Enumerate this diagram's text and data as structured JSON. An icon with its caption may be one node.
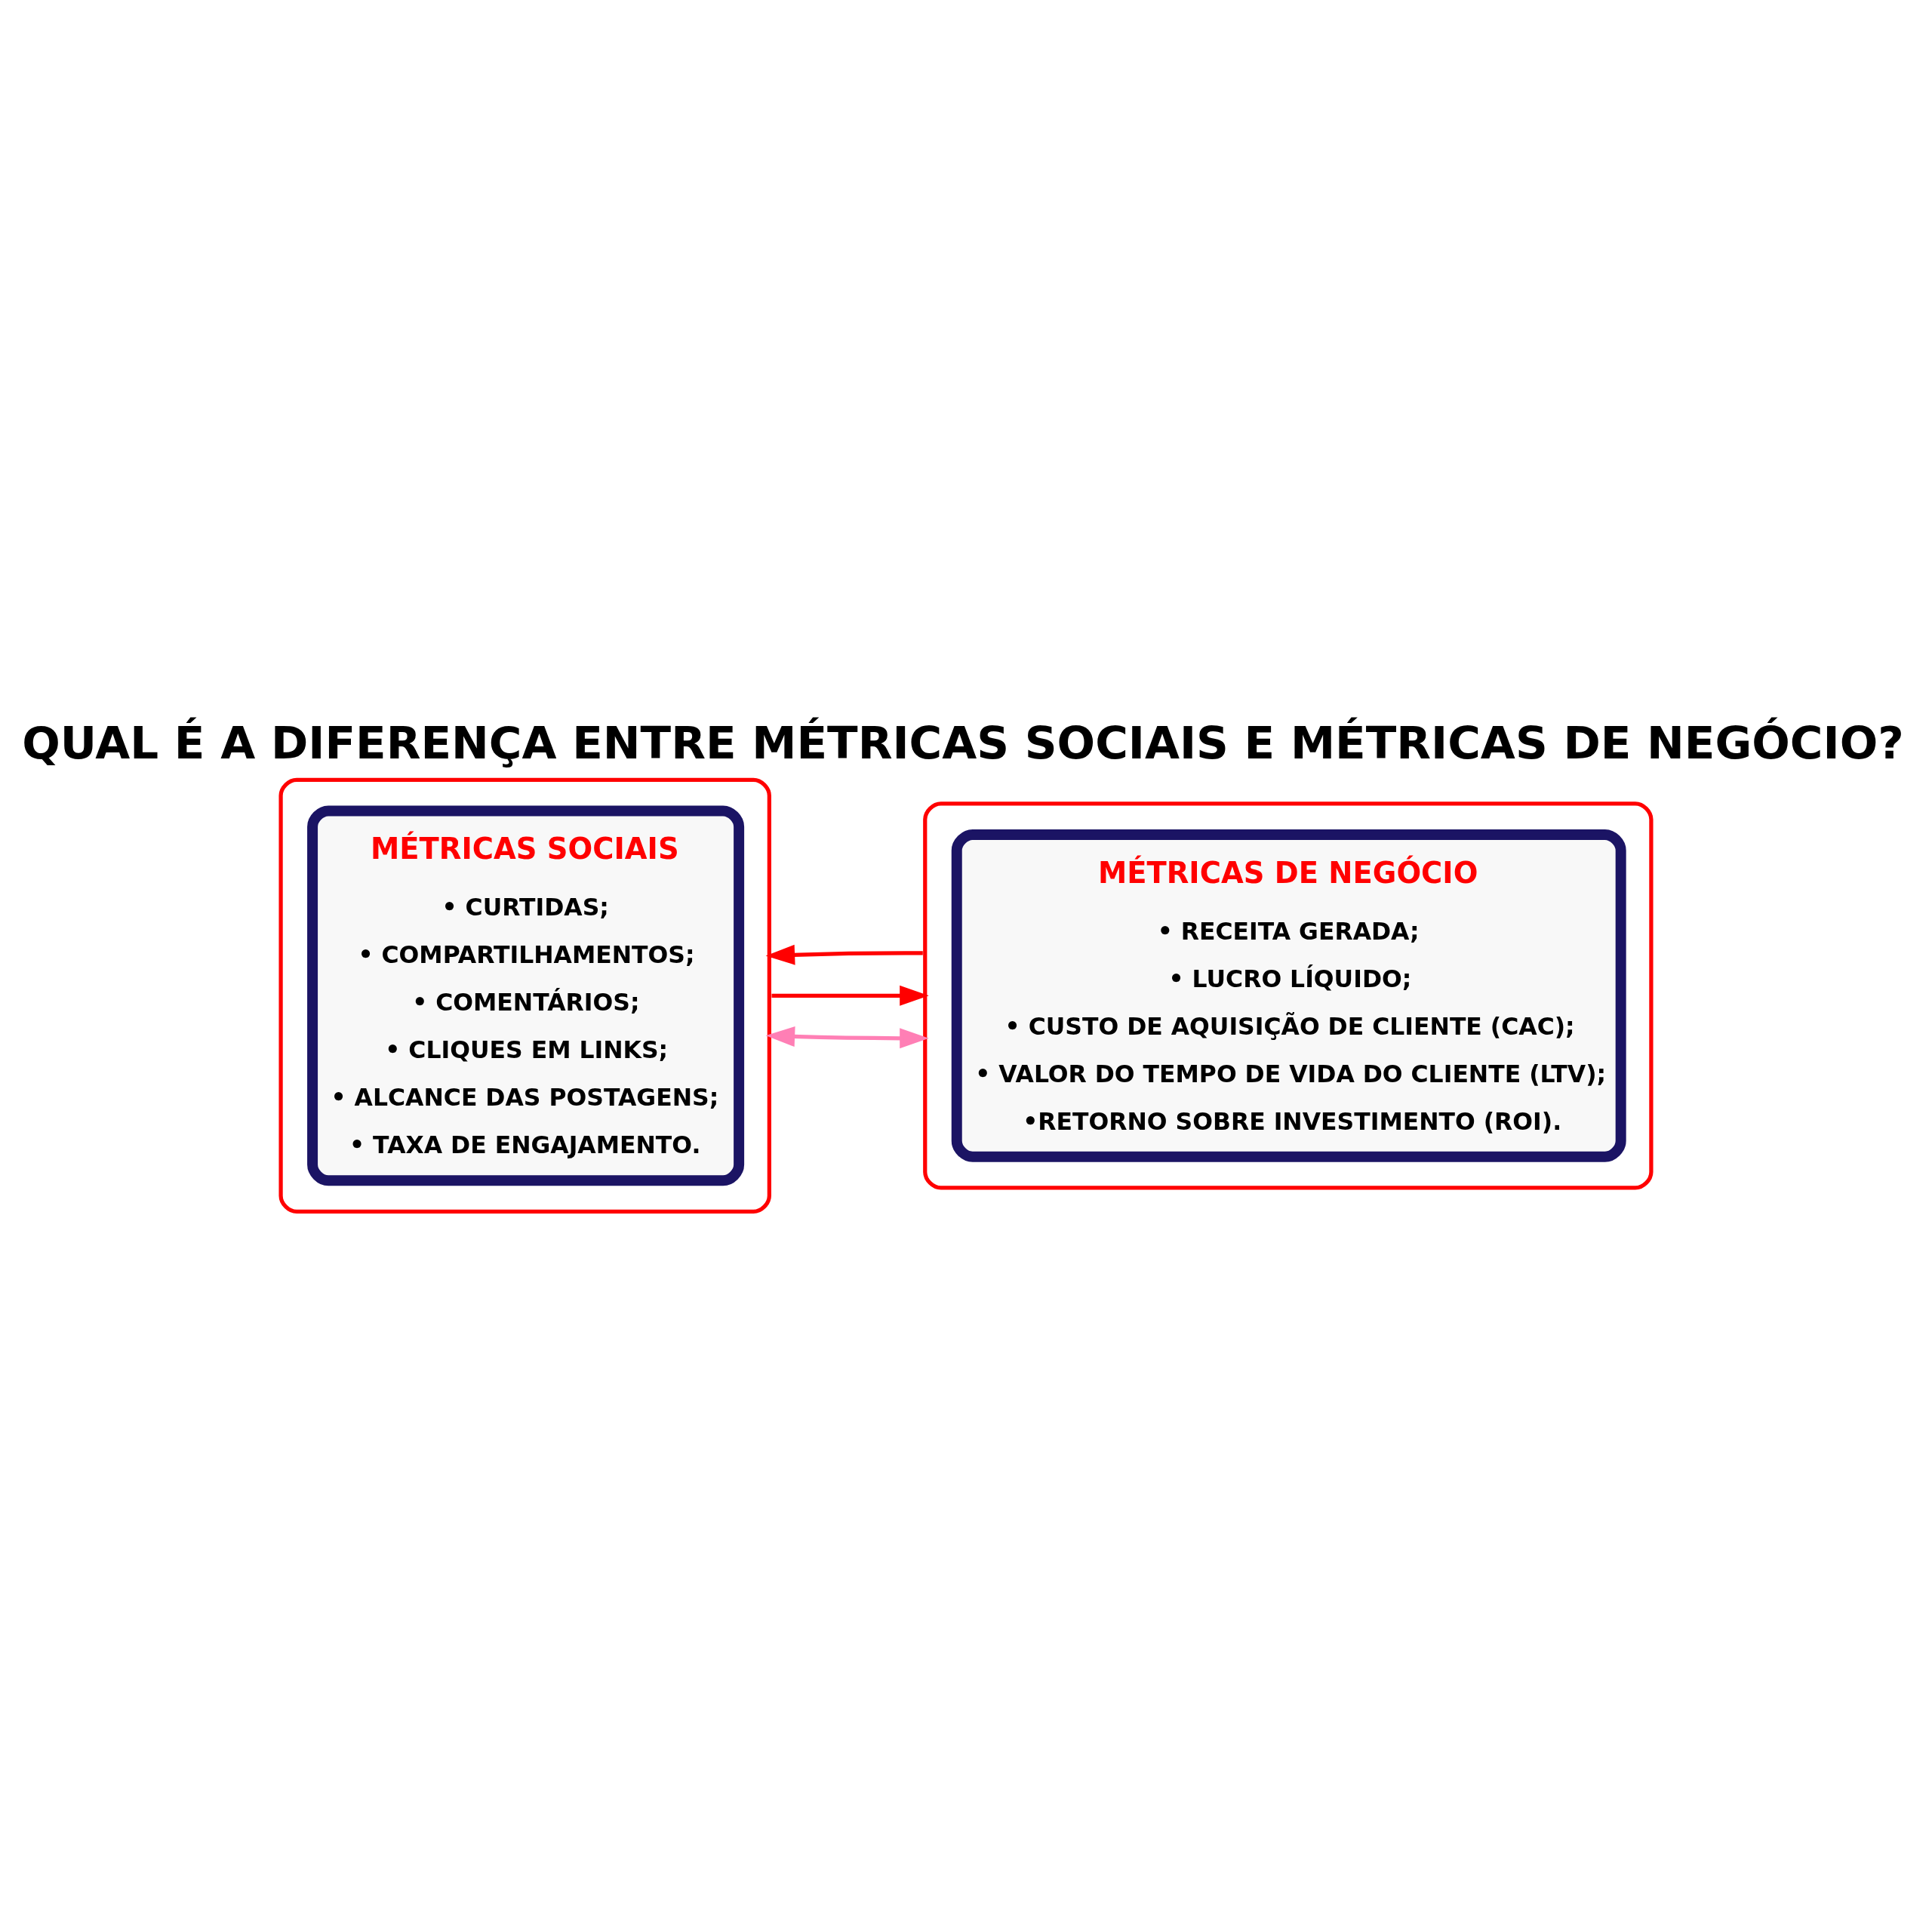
{
  "diagram": {
    "title": "QUAL É A DIFERENÇA ENTRE MÉTRICAS SOCIAIS E MÉTRICAS DE NEGÓCIO?",
    "nodes": [
      {
        "text": [
          "MÉTRICAS SOCIAIS",
          "• CURTIDAS;",
          "• COMPARTILHAMENTOS;",
          "• COMENTÁRIOS;",
          "• CLIQUES EM LINKS;",
          "• ALCANCE DAS POSTAGENS;",
          "• TAXA DE ENGAJAMENTO."
        ]
      },
      {
        "text": [
          "MÉTRICAS DE NEGÓCIO",
          "• RECEITA GERADA;",
          "• LUCRO LÍQUIDO;",
          "• CUSTO DE AQUISIÇÃO DE CLIENTE (CAC);",
          "• VALOR DO TEMPO DE VIDA DO CLIENTE (LTV);",
          "•RETORNO SOBRE INVESTIMENTO (ROI)."
        ]
      }
    ],
    "edges": [
      {
        "from": 0,
        "to": 1,
        "arrow": "both",
        "color": "#ff7fb5"
      },
      {
        "from": 0,
        "to": 1,
        "arrow": "to"
      },
      {
        "from": 1,
        "to": 0,
        "arrow": "to"
      }
    ]
  }
}
